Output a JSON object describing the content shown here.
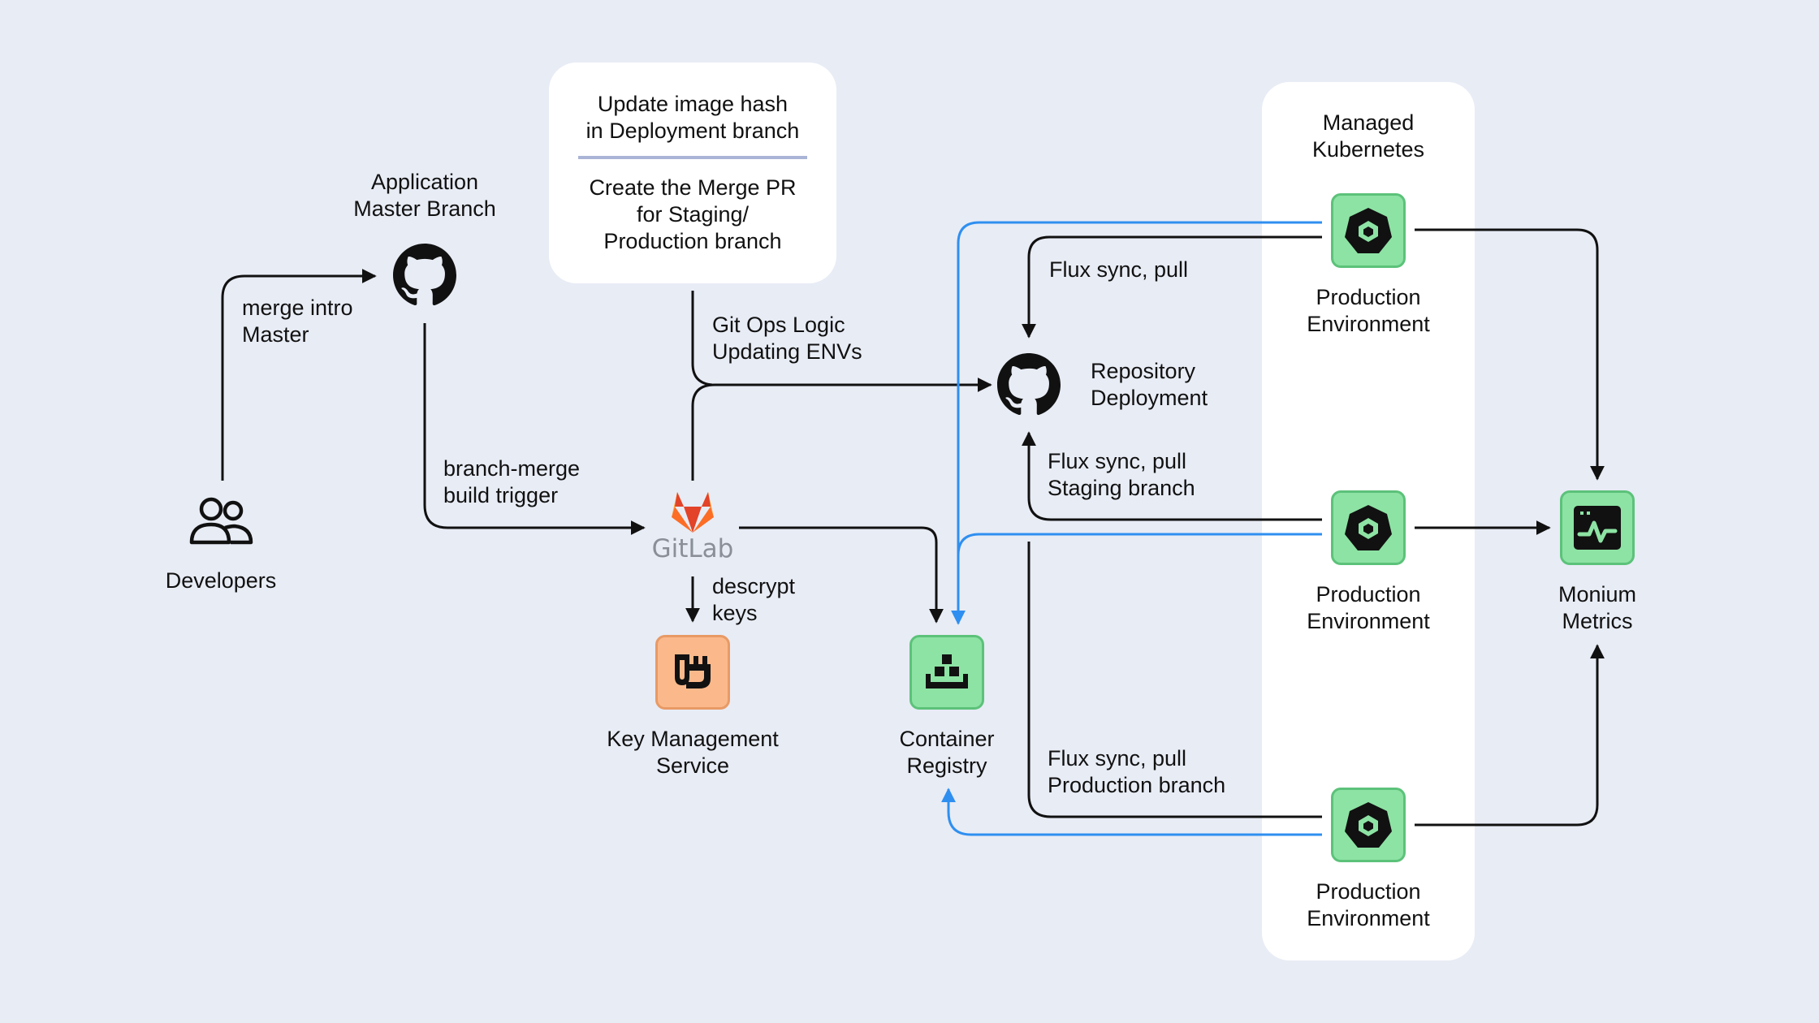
{
  "title_box": {
    "line1": "Update image hash",
    "line2": "in Deployment branch",
    "line3": "Create the Merge PR",
    "line4": "for Staging/",
    "line5": "Production branch"
  },
  "cluster": {
    "line1": "Managed",
    "line2": "Kubernetes"
  },
  "nodes": {
    "developers": "Developers",
    "app_master_1": "Application",
    "app_master_2": "Master Branch",
    "gitlab": "GitLab",
    "kms_1": "Key Management",
    "kms_2": "Service",
    "registry_1": "Container",
    "registry_2": "Registry",
    "repo_1": "Repository",
    "repo_2": "Deployment",
    "env_top_1": "Production",
    "env_top_2": "Environment",
    "env_mid_1": "Production",
    "env_mid_2": "Environment",
    "env_bot_1": "Production",
    "env_bot_2": "Environment",
    "metrics_1": "Monium",
    "metrics_2": "Metrics"
  },
  "edges": {
    "merge_1": "merge intro",
    "merge_2": "Master",
    "build_1": "branch-merge",
    "build_2": "build trigger",
    "decrypt_1": "descrypt",
    "decrypt_2": "keys",
    "gitops_1": "Git Ops Logic",
    "gitops_2": "Updating ENVs",
    "flux_top": "Flux sync, pull",
    "flux_mid_1": "Flux sync, pull",
    "flux_mid_2": "Staging branch",
    "flux_bot_1": "Flux sync, pull",
    "flux_bot_2": "Production branch"
  },
  "colors": {
    "background": "#e8ecf5",
    "panel": "#ffffff",
    "black_line": "#111111",
    "blue_line": "#2f8ff0",
    "green_tile": "#8de3a4",
    "orange_tile": "#fbb98b",
    "divider": "#a9b4d6"
  },
  "icons": {
    "developers": "users-icon",
    "app_master": "github-icon",
    "gitlab": "gitlab-icon",
    "kms": "key-icon",
    "registry": "container-registry-icon",
    "repo": "github-icon",
    "env": "kubernetes-icon",
    "metrics": "metrics-icon"
  }
}
